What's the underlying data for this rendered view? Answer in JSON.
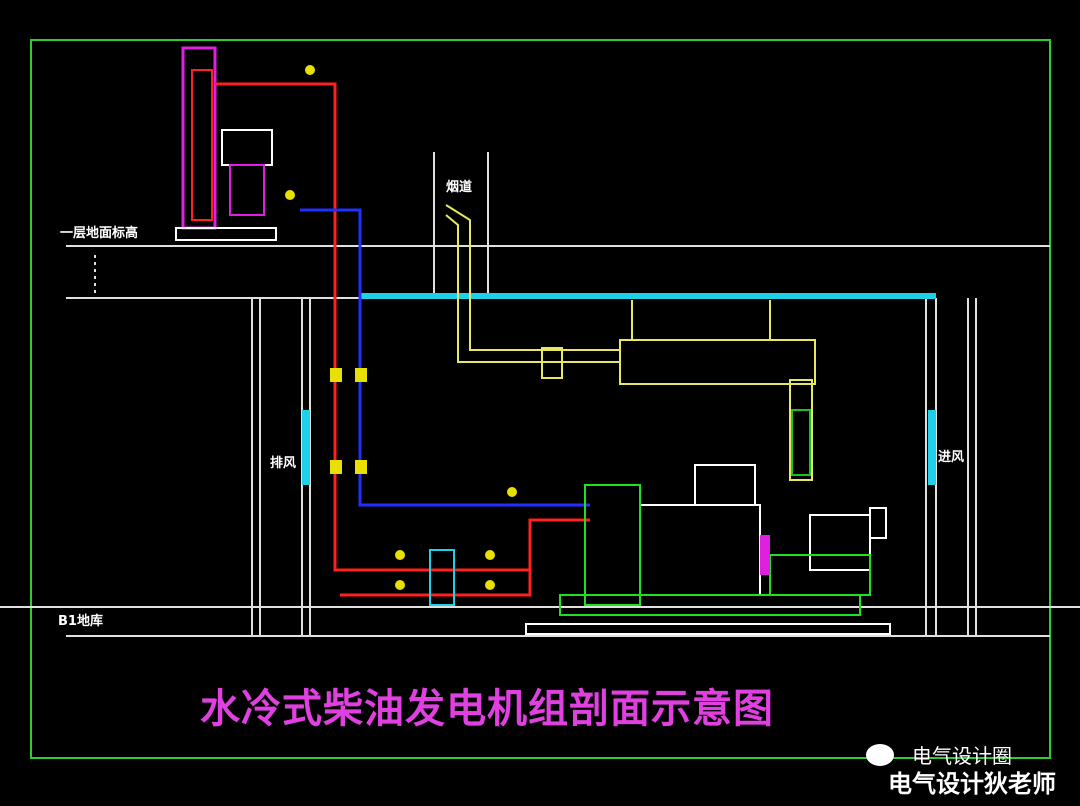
{
  "title": "水冷式柴油发电机组剖面示意图",
  "labels": {
    "upper_floor": "一层地面标高",
    "lower_floor": "B1地库",
    "flue": "烟道",
    "exhaust_air": "排风",
    "intake_air": "进风"
  },
  "watermark": {
    "line1": "电气设计圈",
    "line2": "电气设计狄老师"
  },
  "colors": {
    "frame": "#2ecc2e",
    "water_supply": "#ff2020",
    "water_return": "#2030ff",
    "exhaust": "#e8e860",
    "duct": "#20d0e8",
    "tower": "#e020e0",
    "engine": "#ffffff"
  }
}
